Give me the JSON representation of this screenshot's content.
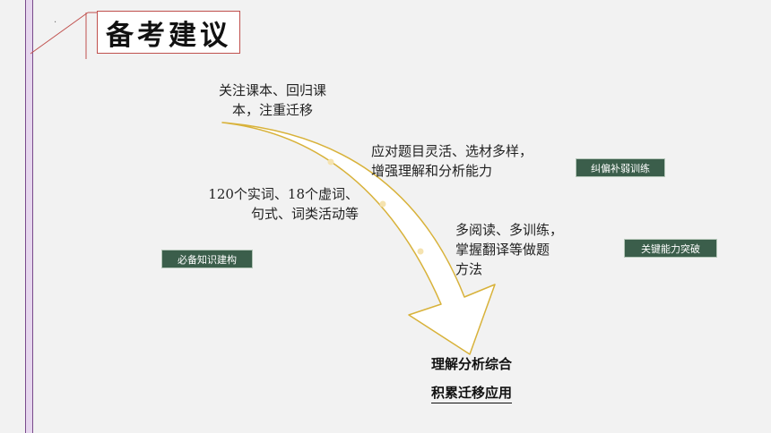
{
  "title": "备考建议",
  "notes": {
    "n1_line1": "关注课本、回归课",
    "n1_line2": "本，注重迁移",
    "n2_line1": "应对题目灵活、选材多样，",
    "n2_line2": "增强理解和分析能力",
    "n3_line1": "120个实词、18个虚词、",
    "n3_line2": "句式、词类活动等",
    "n4_line1": "多阅读、多训练，",
    "n4_line2": "掌握翻译等做题",
    "n4_line3": "方法"
  },
  "tags": {
    "t1": "纠偏补弱训练",
    "t2": "关键能力突破",
    "t3": "必备知识建构"
  },
  "results": {
    "r1": "理解分析综合",
    "r2": "积累迁移应用"
  },
  "colors": {
    "arrow_outline": "#d8b23a",
    "tag_bg": "#3b5e4b",
    "title_border": "#c0504d",
    "rail": "#7a4b8c"
  }
}
